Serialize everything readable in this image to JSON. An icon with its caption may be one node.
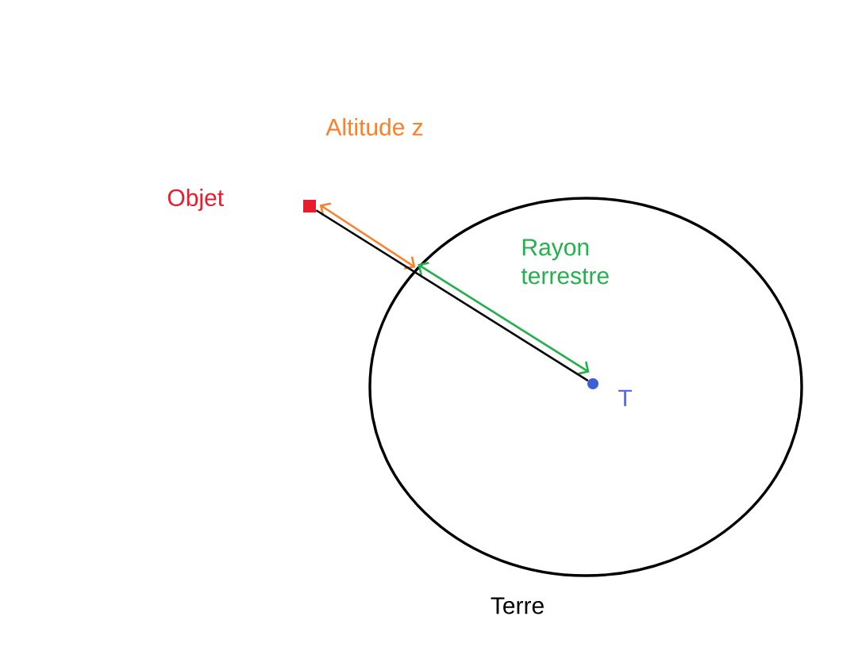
{
  "diagram": {
    "nodes": [
      {
        "text": [],
        "shape": "box",
        "beside": [
          "Objet"
        ]
      },
      {
        "text": [],
        "shape": "circle",
        "beside": [
          "Terre"
        ]
      },
      {
        "text": [],
        "shape": "circle",
        "beside": [
          "T"
        ],
        "in": 1
      }
    ],
    "edges": [
      {
        "from": 0,
        "to": 1,
        "arrow": "both",
        "label": "Altitude z",
        "color": "#ff7f27"
      },
      {
        "from": 1,
        "to": 2,
        "arrow": "both",
        "label": "Rayon terrestre",
        "color": "#22b14c"
      },
      {
        "from": 0,
        "to": 2,
        "arrow": "none",
        "color": "#000000"
      }
    ]
  }
}
